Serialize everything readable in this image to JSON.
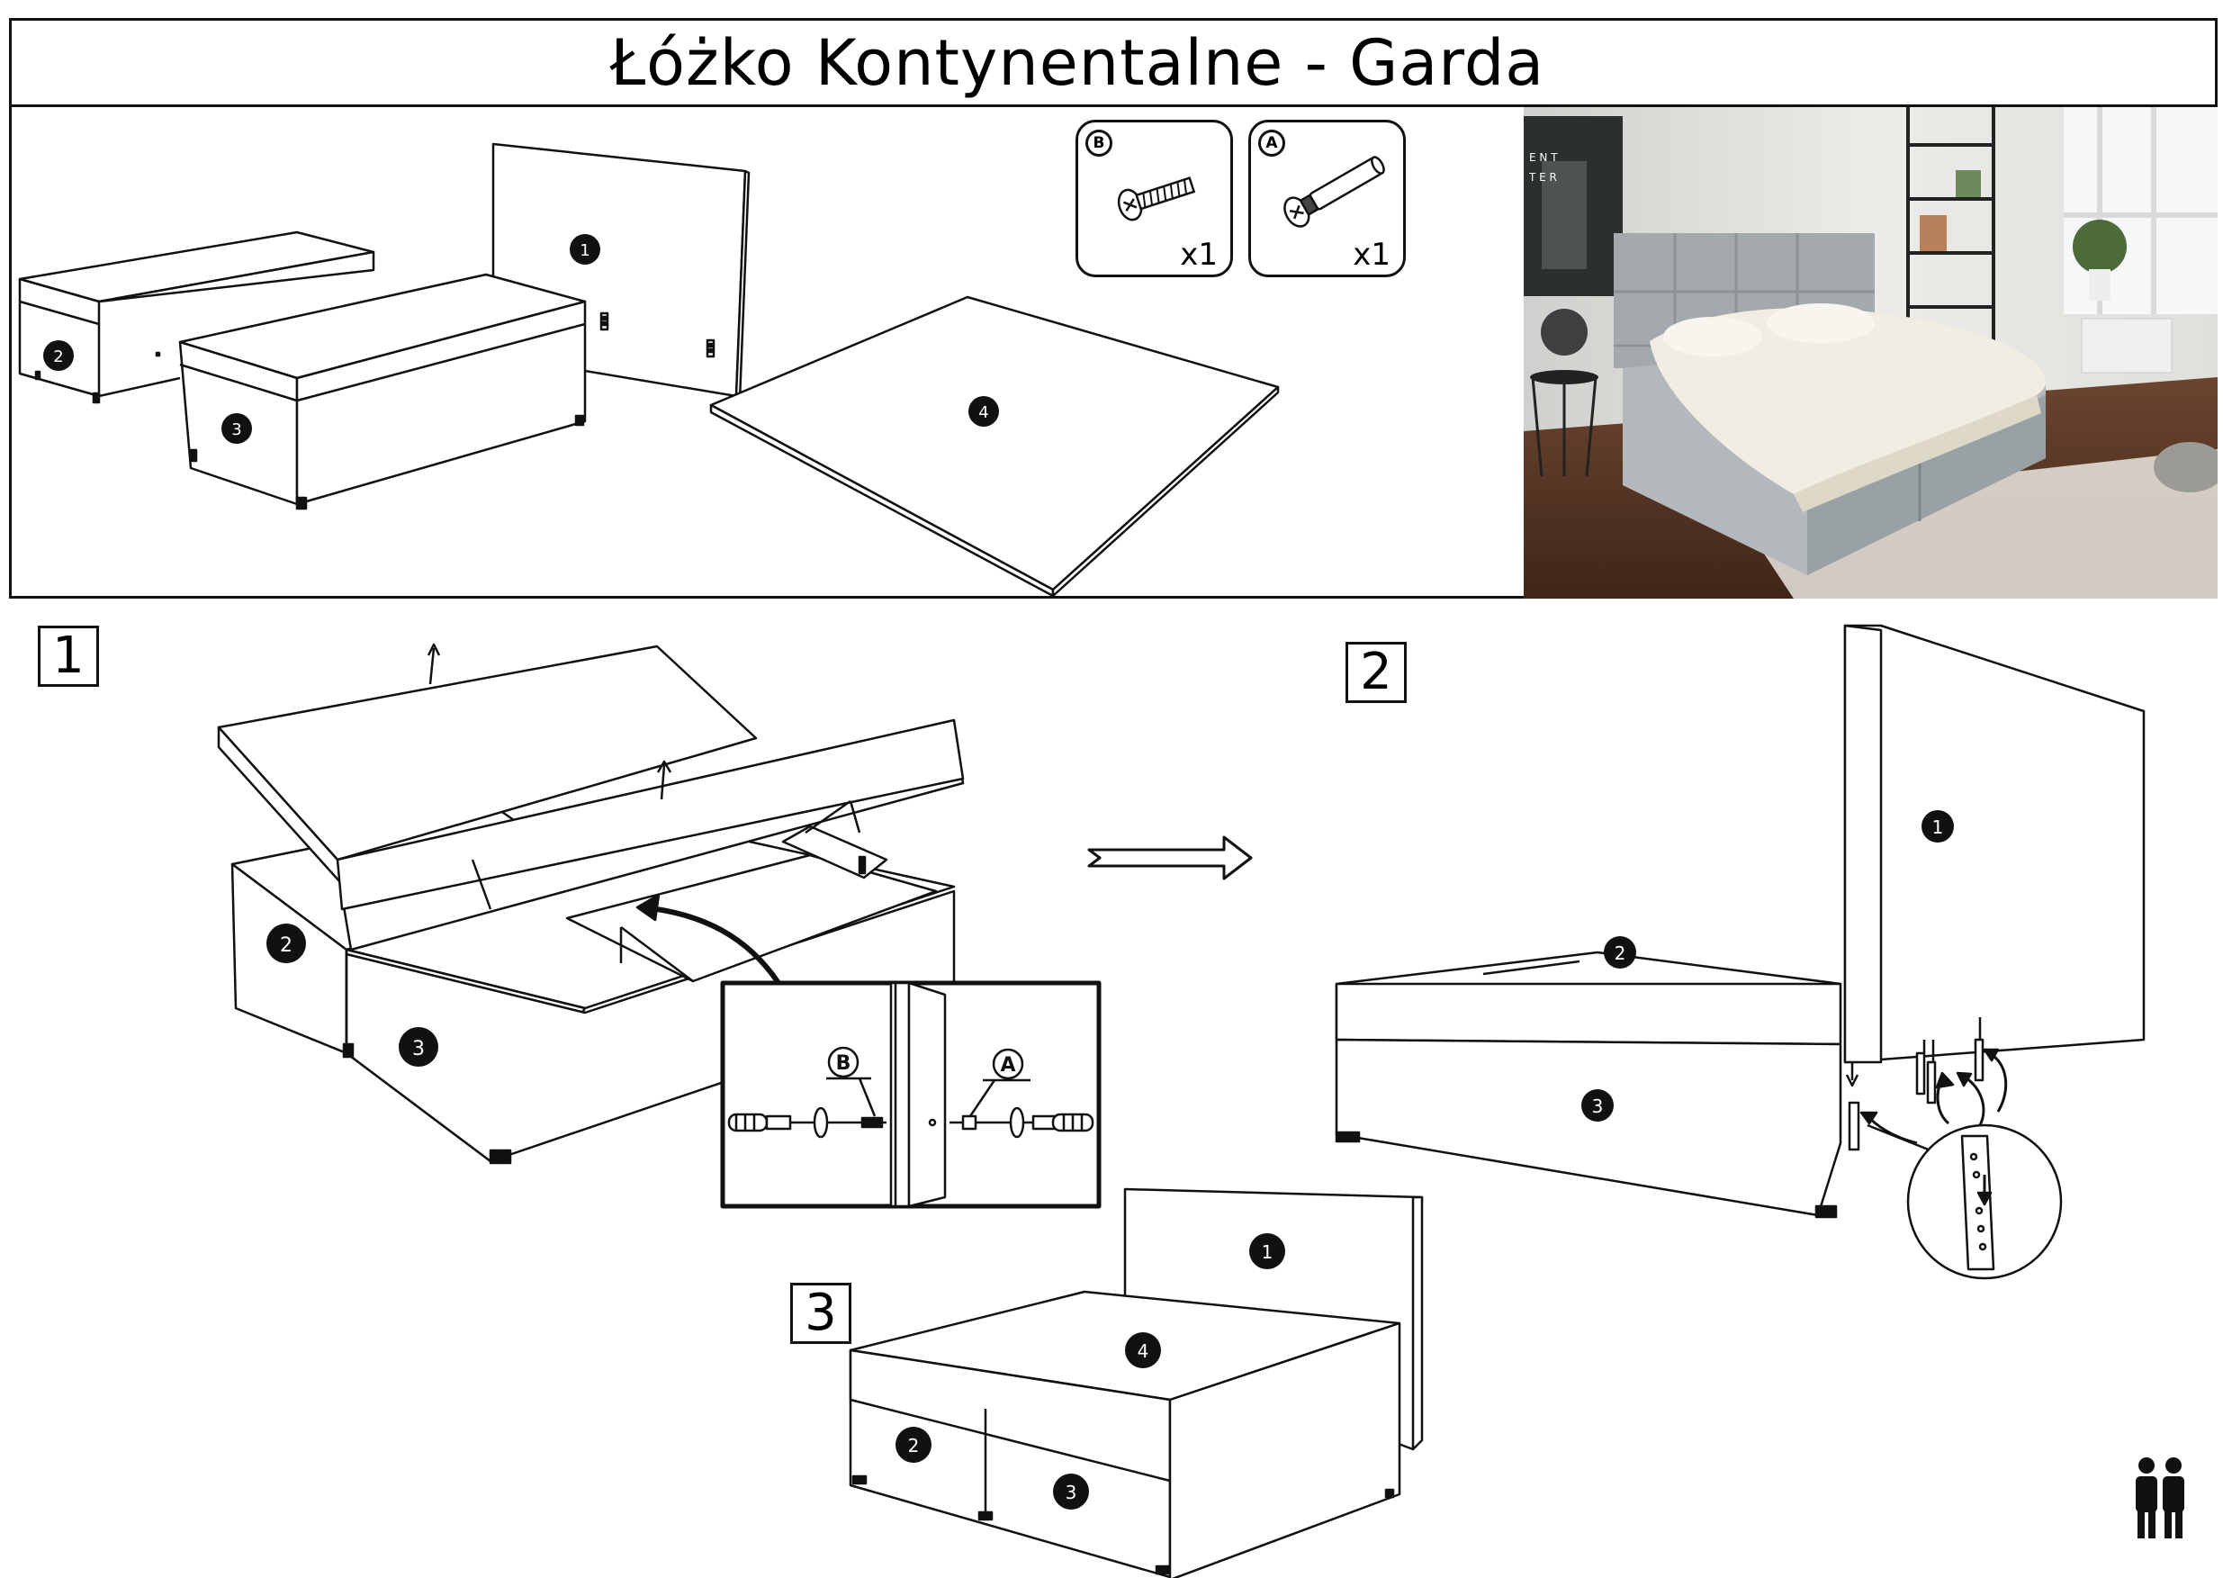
{
  "title": "Łóżko Kontynentalne - Garda",
  "parts": [
    {
      "id": "1",
      "label": "1"
    },
    {
      "id": "2",
      "label": "2"
    },
    {
      "id": "3",
      "label": "3"
    },
    {
      "id": "4",
      "label": "4"
    }
  ],
  "hardware": [
    {
      "letter": "B",
      "qty": "x1"
    },
    {
      "letter": "A",
      "qty": "x1"
    }
  ],
  "steps": [
    "1",
    "2",
    "3"
  ],
  "detail_labels": {
    "b": "B",
    "a": "A"
  },
  "photo_wall_text": [
    "E N T",
    "T E R"
  ],
  "colors": {
    "line": "#111111",
    "bed_fabric": "#aeb4b8",
    "floor": "#5a3a28",
    "wall": "#e9e9e6"
  }
}
